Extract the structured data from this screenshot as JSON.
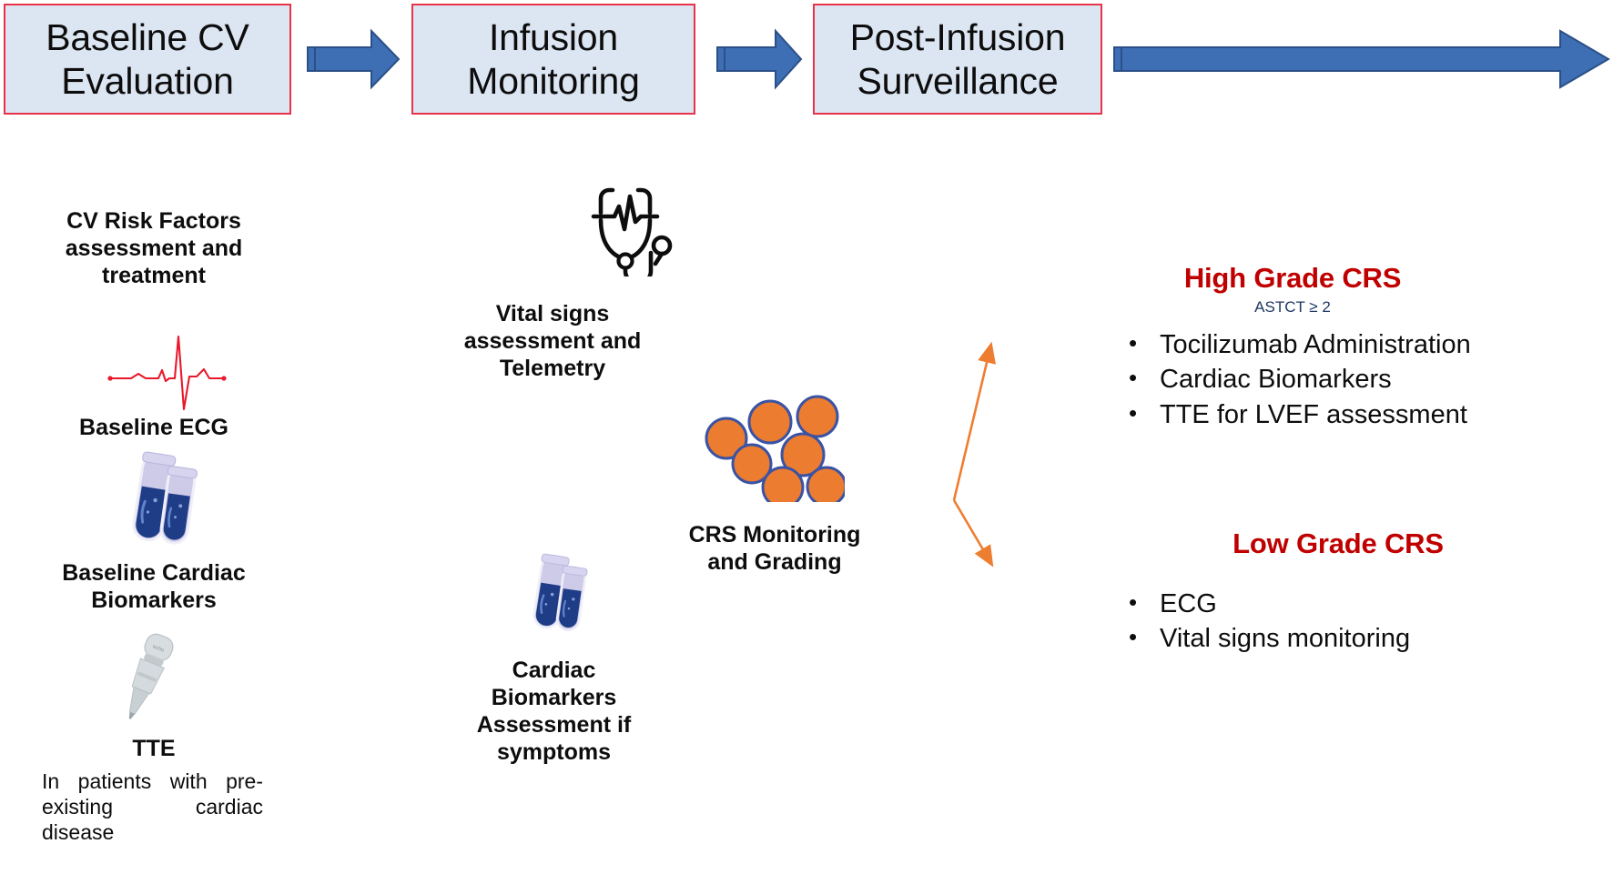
{
  "flow": {
    "steps": [
      {
        "id": "baseline",
        "label": "Baseline CV Evaluation"
      },
      {
        "id": "infusion",
        "label": "Infusion Monitoring"
      },
      {
        "id": "post",
        "label": "Post-Infusion Surveillance"
      }
    ],
    "arrow_color": "#3e6fb5",
    "box_fill": "#dce5f2",
    "box_border": "#e8334a"
  },
  "columns": {
    "baseline": {
      "risk_factors": "CV Risk Factors assessment and treatment",
      "ecg_label": "Baseline ECG",
      "biomarkers_label": "Baseline Cardiac Biomarkers",
      "tte_label": "TTE",
      "tte_note": "In patients with pre-existing cardiac disease",
      "ecg_icon": "ecg-waveform-icon",
      "tubes_icon": "test-tubes-icon",
      "probe_icon": "ultrasound-probe-icon",
      "ecg_color": "#e8192c"
    },
    "infusion": {
      "vitals_label": "Vital signs assessment and Telemetry",
      "biomarkers_label": "Cardiac Biomarkers Assessment if symptoms",
      "stethoscope_icon": "stethoscope-ecg-icon",
      "tubes_icon": "test-tubes-icon"
    },
    "crs": {
      "cluster_label": "CRS Monitoring and Grading",
      "cluster_icon": "cytokine-cells-icon",
      "cell_fill": "#ec7c30",
      "cell_stroke": "#3a53a4",
      "branch_arrow_color": "#ed7d31"
    }
  },
  "outcomes": [
    {
      "id": "high-grade",
      "title": "High Grade CRS",
      "subtitle": "ASTCT ≥ 2",
      "title_color": "#c00000",
      "subtitle_color": "#1f3864",
      "items": [
        "Tocilizumab Administration",
        "Cardiac Biomarkers",
        "TTE for LVEF assessment"
      ]
    },
    {
      "id": "low-grade",
      "title": "Low Grade CRS",
      "subtitle": "",
      "title_color": "#c00000",
      "subtitle_color": "#1f3864",
      "items": [
        "ECG",
        "Vital signs monitoring"
      ]
    }
  ],
  "bullet_glyph": "•"
}
